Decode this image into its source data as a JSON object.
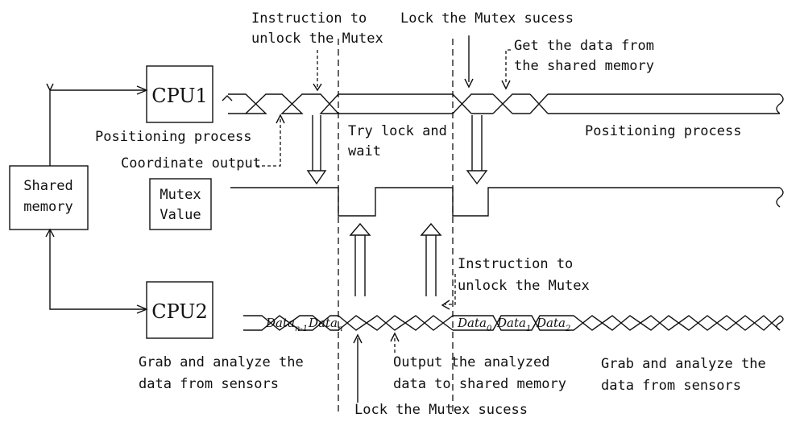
{
  "blocks": {
    "cpu1": "CPU1",
    "cpu2": "CPU2",
    "shared_memory": [
      "Shared",
      "memory"
    ],
    "mutex_value": [
      "Mutex",
      "Value"
    ]
  },
  "labels": {
    "instr_unlock_top": [
      "Instruction to",
      "unlock the Mutex"
    ],
    "lock_success_top": "Lock the Mutex sucess",
    "get_data": [
      "Get the data from",
      "the shared memory"
    ],
    "positioning_left": "Positioning process",
    "coordinate_output": "Coordinate output",
    "try_lock": [
      "Try lock and",
      "wait"
    ],
    "positioning_right": "Positioning process",
    "instr_unlock_mid": [
      "Instruction to",
      "unlock the Mutex"
    ],
    "grab_left": [
      "Grab and analyze the",
      "data from sensors"
    ],
    "output_analyzed": [
      "Output the analyzed",
      "data to shared memory"
    ],
    "grab_right": [
      "Grab and analyze the",
      "data from sensors"
    ],
    "lock_success_bottom": "Lock the Mutex sucess"
  },
  "data_labels": {
    "base": "Data",
    "subs": [
      "n-1",
      "n",
      "0",
      "1",
      "2"
    ]
  }
}
